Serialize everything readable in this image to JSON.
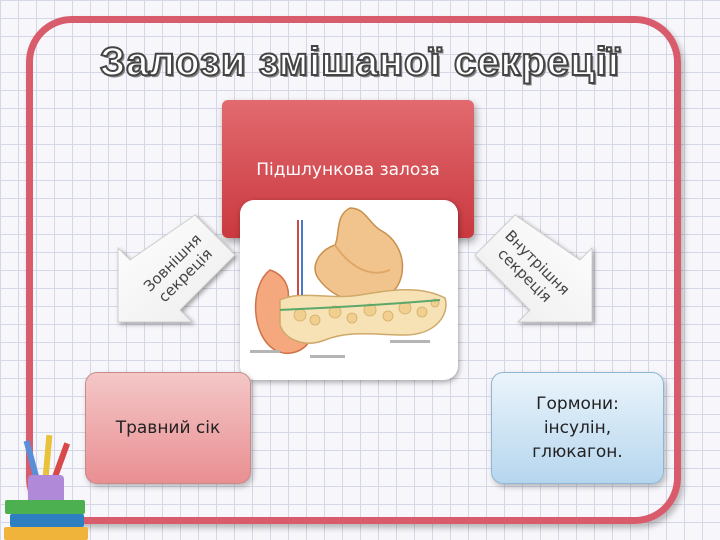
{
  "title": "Залози змішаної секреції",
  "center": {
    "label": "Підшлункова залоза"
  },
  "arrows": {
    "left": {
      "line1": "Зовнішня",
      "line2": "секреція"
    },
    "right": {
      "line1": "Внутрішня",
      "line2": "секреція"
    }
  },
  "outputs": {
    "left": {
      "label": "Травний сік"
    },
    "right": {
      "line1": "Гормони:",
      "line2": "інсулін,",
      "line3": "глюкагон."
    }
  },
  "colors": {
    "frame": "#d85c6c",
    "center_box": "#c9393f",
    "left_box": "#e98f92",
    "right_box": "#b6d6ee"
  }
}
